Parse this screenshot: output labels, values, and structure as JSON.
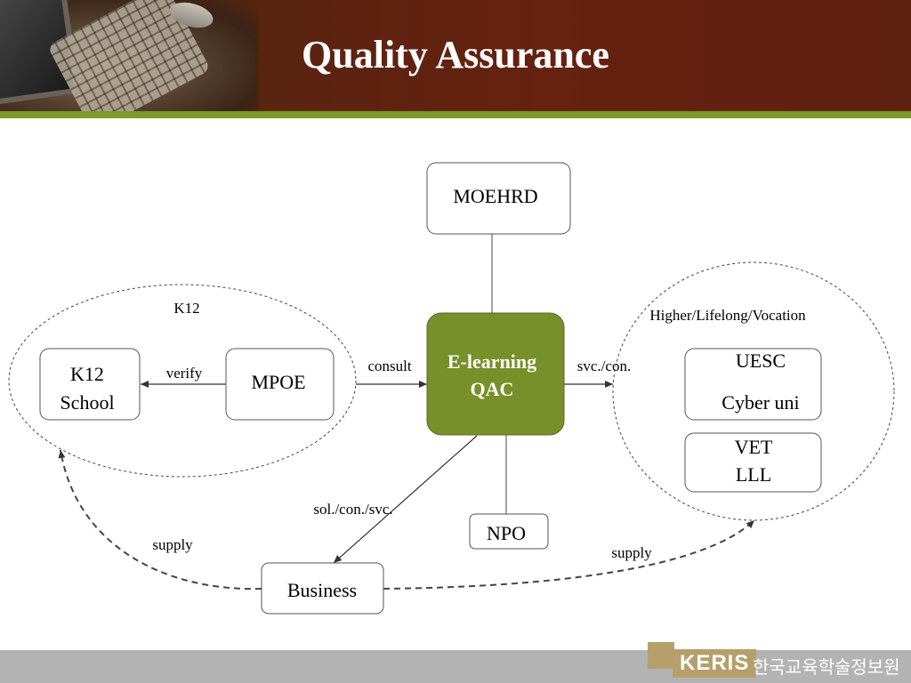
{
  "header": {
    "title": "Quality Assurance"
  },
  "diagram": {
    "nodes": {
      "moehrd": "MOEHRD",
      "qac_line1": "E-learning",
      "qac_line2": "QAC",
      "k12_school_line1": "K12",
      "k12_school_line2": "School",
      "mpoe": "MPOE",
      "npo": "NPO",
      "business": "Business",
      "uesc": "UESC",
      "cyber_uni": "Cyber uni",
      "vet": "VET",
      "lll": "LLL"
    },
    "groups": {
      "k12": "K12",
      "higher": "Higher/Lifelong/Vocation"
    },
    "edge_labels": {
      "verify": "verify",
      "consult": "consult",
      "svc_con": "svc./con.",
      "sol_con_svc": "sol./con./svc.",
      "supply_left": "supply",
      "supply_right": "supply"
    },
    "colors": {
      "qac_fill": "#77902a",
      "header_bg": "#5e2010",
      "accent_stripe": "#7d9a2a"
    }
  },
  "footer": {
    "logo_text": "KERIS",
    "logo_korean": "한국교육학술정보원"
  }
}
